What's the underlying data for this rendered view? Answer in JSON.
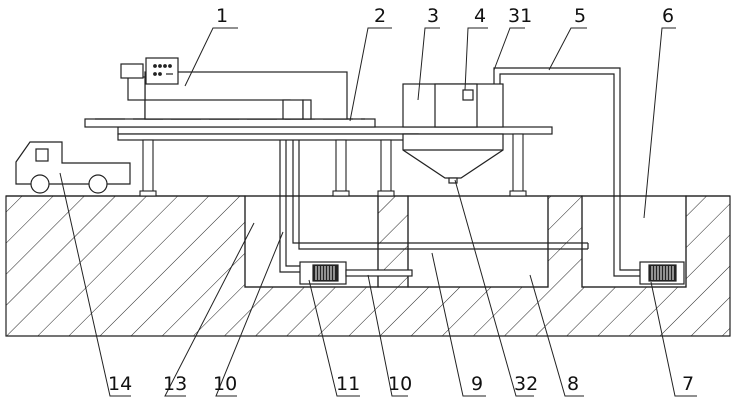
{
  "labels": {
    "l1": "1",
    "l2": "2",
    "l3": "3",
    "l4": "4",
    "l31": "31",
    "l5": "5",
    "l6": "6",
    "l14": "14",
    "l13": "13",
    "l10a": "10",
    "l11": "11",
    "l10b": "10",
    "l9": "9",
    "l32": "32",
    "l8": "8",
    "l7": "7"
  }
}
